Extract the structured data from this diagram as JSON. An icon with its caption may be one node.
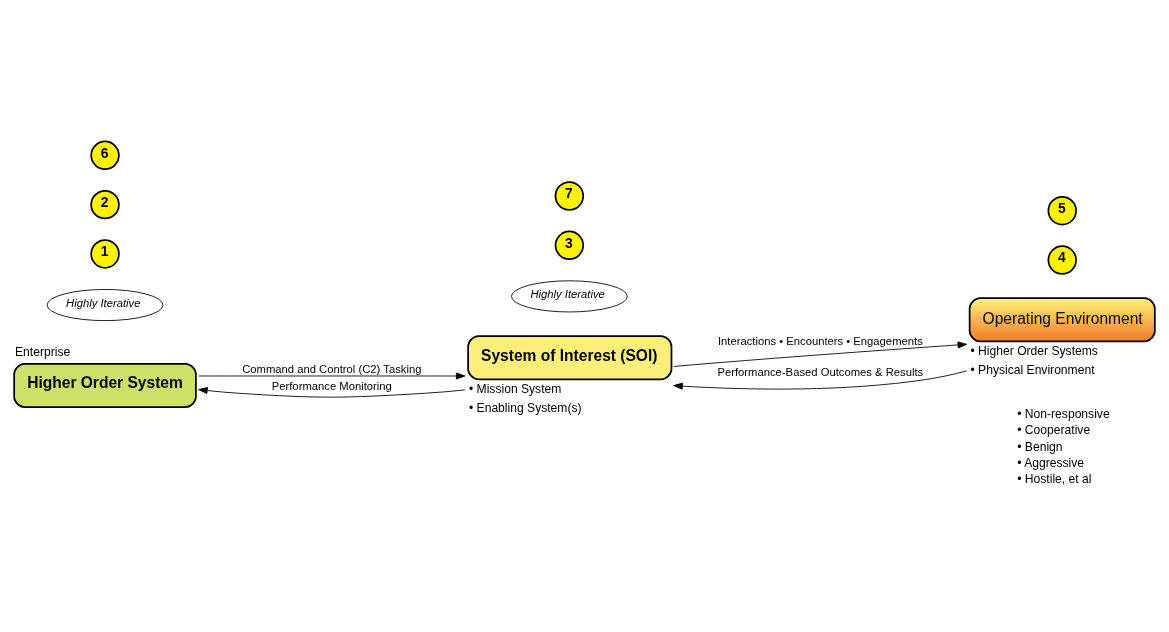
{
  "diagram": {
    "nodes": [
      {
        "text": [
          "Higher Order System"
        ],
        "beside": [
          "Enterprise"
        ]
      },
      {
        "text": [
          "System of Interest (SOI)"
        ],
        "beside": [
          "• Mission System",
          "• Enabling System(s)"
        ]
      },
      {
        "text": [
          "Operating Environment"
        ],
        "beside": [
          "• Higher Order Systems",
          "• Physical Environment"
        ]
      },
      {
        "text": [
          "Highly Iterative"
        ]
      },
      {
        "text": [
          "Highly Iterative"
        ]
      },
      {
        "text": [
          "1"
        ]
      },
      {
        "text": [
          "2"
        ]
      },
      {
        "text": [
          "3"
        ]
      },
      {
        "text": [
          "4"
        ]
      },
      {
        "text": [
          "5"
        ]
      },
      {
        "text": [
          "6"
        ]
      },
      {
        "text": [
          "7"
        ]
      }
    ],
    "edges": [
      {
        "from": 0,
        "to": 1,
        "arrow": "to",
        "label": "Command and Control (C2) Tasking"
      },
      {
        "from": 1,
        "to": 0,
        "arrow": "to",
        "label": "Performance Monitoring"
      },
      {
        "from": 1,
        "to": 2,
        "arrow": "to",
        "label": "Interactions • Encounters • Engagements"
      },
      {
        "from": 2,
        "to": 1,
        "arrow": "to",
        "label": "Performance-Based Outcomes & Results"
      }
    ],
    "labels": [
      "• Non-responsive",
      "• Cooperative",
      "• Benign",
      "• Aggressive",
      "• Hostile, et al"
    ]
  }
}
